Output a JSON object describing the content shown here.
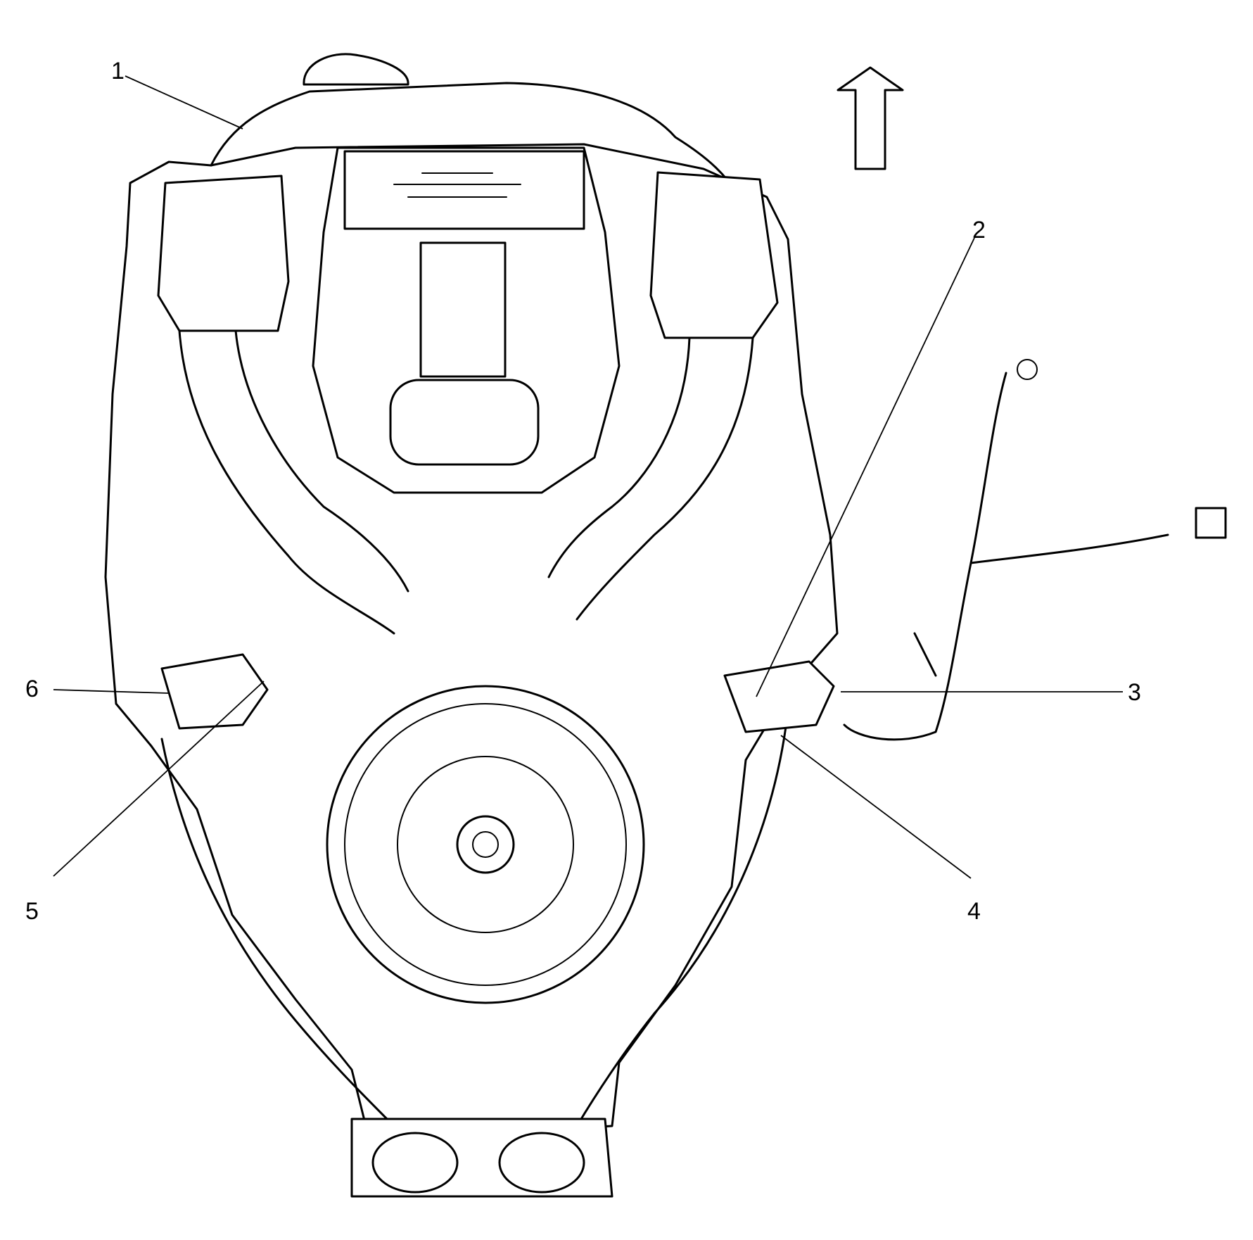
{
  "callouts": [
    "1",
    "2",
    "3",
    "4",
    "5",
    "6"
  ],
  "icons": {
    "direction_arrow": "up-arrow-icon"
  },
  "colors": {
    "ink": "#000000",
    "paper": "#ffffff"
  }
}
